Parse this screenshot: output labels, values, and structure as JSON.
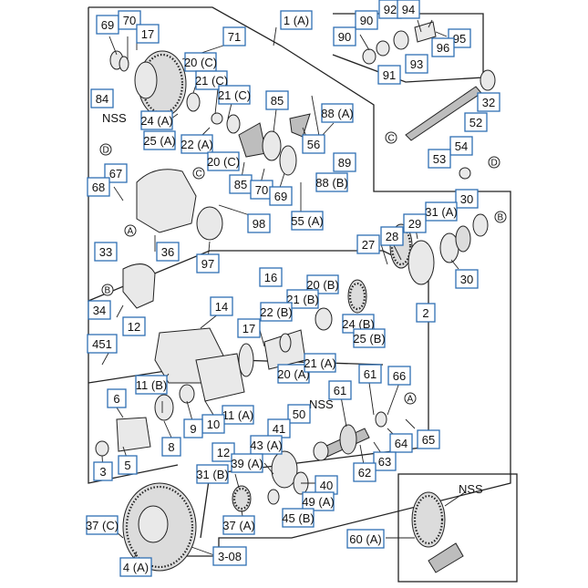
{
  "callouts": {
    "c69": "69",
    "c70": "70",
    "c17a": "17",
    "c71": "71",
    "c1a": "1 (A)",
    "c90a": "90",
    "c92": "92",
    "c94": "94",
    "c90b": "90",
    "c95": "95",
    "c91": "91",
    "c93": "93",
    "c96": "96",
    "c20c_top": "20 (C)",
    "c21c_a": "21 (C)",
    "c21c_b": "21 (C)",
    "c84": "84",
    "c85a": "85",
    "c88a": "88 (A)",
    "c24a": "24 (A)",
    "c25a": "25 (A)",
    "c22a": "22 (A)",
    "c20c_mid": "20 (C)",
    "c56": "56",
    "c32": "32",
    "c52": "52",
    "c54": "54",
    "c53": "53",
    "c67": "67",
    "c68": "68",
    "c85b": "85",
    "c70b": "70",
    "c69b": "69",
    "c89": "89",
    "c88b": "88 (B)",
    "c30a": "30",
    "c31a": "31 (A)",
    "c98": "98",
    "c55a": "55 (A)",
    "c29": "29",
    "c28": "28",
    "c27": "27",
    "c30b": "30",
    "c36": "36",
    "c97": "97",
    "c33": "33",
    "c16": "16",
    "c20b_top": "20 (B)",
    "c21b_top": "21 (B)",
    "c22b": "22 (B)",
    "c24b": "24 (B)",
    "c25b": "25 (B)",
    "c2": "2",
    "c34": "34",
    "c12a": "12",
    "c14": "14",
    "c17b": "17",
    "c451": "451",
    "c20a": "20 (A)",
    "c21a": "21 (A)",
    "c11b": "11 (B)",
    "c61a": "61",
    "c66": "66",
    "c61b": "61",
    "c6": "6",
    "c11a": "11 (A)",
    "c10": "10",
    "c9": "9",
    "c50": "50",
    "c41": "41",
    "c43a": "43 (A)",
    "c8": "8",
    "c64": "64",
    "c65": "65",
    "c3": "3",
    "c5": "5",
    "c12b": "12",
    "c39a": "39 (A)",
    "c63": "63",
    "c62": "62",
    "c31b": "31 (B)",
    "c40": "40",
    "c49a": "49 (A)",
    "c37a": "37 (A)",
    "c45b": "45 (B)",
    "c37c": "37 (C)",
    "c4a": "4 (A)",
    "c308": "3-08",
    "c60a": "60 (A)"
  },
  "labels": {
    "nss_top": "NSS",
    "nss_mid": "NSS",
    "nss_box": "NSS"
  },
  "refs": {
    "A": "A",
    "B": "B",
    "C": "C",
    "D": "D"
  }
}
